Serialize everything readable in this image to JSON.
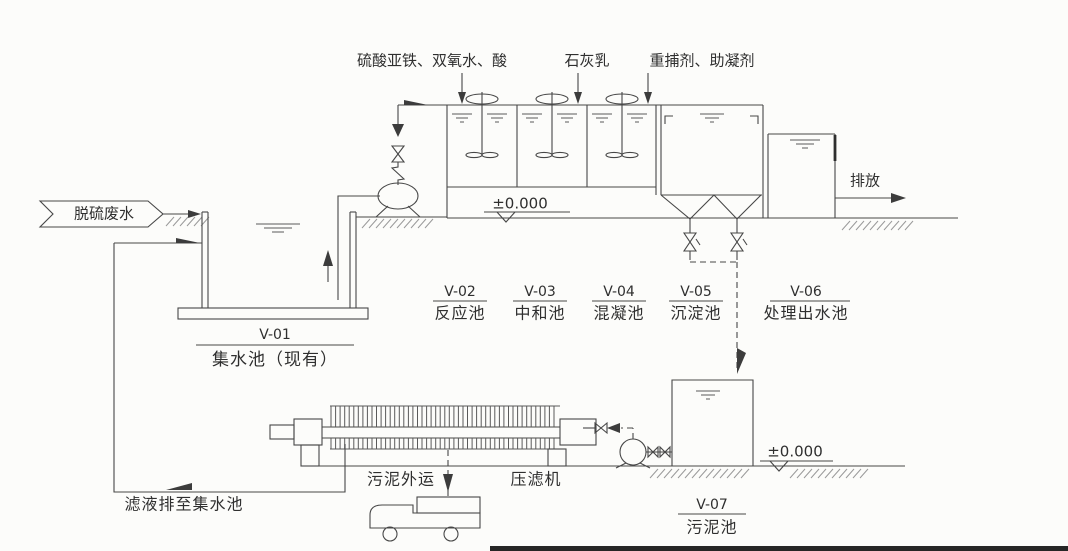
{
  "influent_banner": {
    "label": "脱硫废水"
  },
  "chemical_feeds": [
    {
      "label": "硫酸亚铁、双氧水、酸"
    },
    {
      "label": "石灰乳"
    },
    {
      "label": "重捕剂、助凝剂"
    }
  ],
  "tanks": [
    {
      "code": "V-01",
      "name": "集水池（现有）"
    },
    {
      "code": "V-02",
      "name": "反应池"
    },
    {
      "code": "V-03",
      "name": "中和池"
    },
    {
      "code": "V-04",
      "name": "混凝池"
    },
    {
      "code": "V-05",
      "name": "沉淀池"
    },
    {
      "code": "V-06",
      "name": "处理出水池"
    },
    {
      "code": "V-07",
      "name": "污泥池"
    }
  ],
  "equipment_labels": {
    "filter_press": "压滤机"
  },
  "flow_labels": {
    "discharge": "排放",
    "sludge_out": "污泥外运",
    "filtrate_return": "滤液排至集水池"
  },
  "elevation_marks": {
    "upper": "±0.000",
    "lower": "±0.000"
  }
}
